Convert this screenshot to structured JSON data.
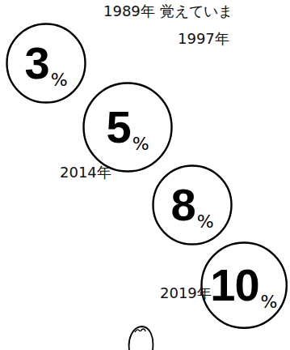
{
  "diagram": {
    "nodes": [
      {
        "text": [
          "3",
          "%"
        ]
      },
      {
        "text": [
          "5",
          "%"
        ]
      },
      {
        "text": [
          "8",
          "%"
        ]
      },
      {
        "text": [
          "10",
          "%"
        ]
      }
    ],
    "labels": [
      "1989年 覚えていま",
      "1997年",
      "2014年",
      "2019年"
    ]
  }
}
